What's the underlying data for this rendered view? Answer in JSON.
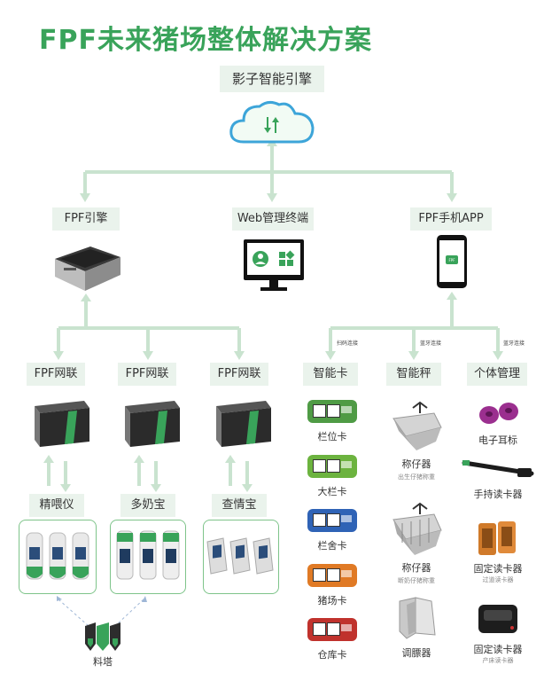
{
  "title": "FPF未来猪场整体解决方案",
  "engine": "影子智能引擎",
  "tier2": {
    "fpf_engine": "FPF引擎",
    "web": "Web管理终端",
    "app": "FPF手机APP"
  },
  "tier3": {
    "net1": "FPF网联",
    "net2": "FPF网联",
    "net3": "FPF网联",
    "smart_card": "智能卡",
    "smart_scale": "智能秤",
    "individual": "个体管理"
  },
  "connections": {
    "scan": "扫码连接",
    "bluetooth1": "蓝牙连接",
    "bluetooth2": "蓝牙连接"
  },
  "devices": {
    "feeder": "精喂仪",
    "milk": "多奶宝",
    "check": "查情宝"
  },
  "feed_tower": "料塔",
  "cards": [
    "栏位卡",
    "大栏卡",
    "栏舍卡",
    "猪场卡",
    "仓库卡"
  ],
  "card_colors": [
    "#4f9b45",
    "#6cb33f",
    "#2f63b6",
    "#e07a25",
    "#c0322d"
  ],
  "scale": {
    "s1_title": "称仔器",
    "s1_sub": "出生仔猪称重",
    "s2_title": "称仔器",
    "s2_sub": "断奶仔猪称重",
    "trough": "调膘器"
  },
  "individual_items": {
    "ear_tag": "电子耳标",
    "handheld": "手持读卡器",
    "fixed1_title": "固定读卡器",
    "fixed1_sub": "过道读卡器",
    "fixed2_title": "固定读卡器",
    "fixed2_sub": "产床读卡器"
  },
  "colors": {
    "accent": "#39a35a",
    "label_bg": "#eaf3ec",
    "arrow": "#b9dcc0"
  }
}
